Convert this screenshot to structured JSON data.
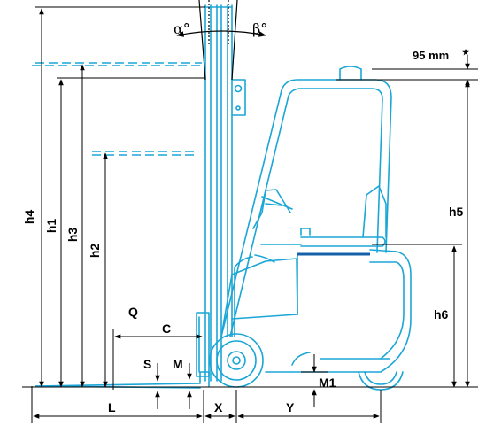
{
  "labels": {
    "h4": "h4",
    "h1": "h1",
    "h3": "h3",
    "h2": "h2",
    "h5": "h5",
    "h6": "h6",
    "alpha": "α°",
    "beta": "β°",
    "overhead": "95 mm",
    "star": "★",
    "Q": "Q",
    "C": "C",
    "S": "S",
    "M": "M",
    "M1": "M1",
    "L": "L",
    "X": "X",
    "Y": "Y"
  },
  "colors": {
    "truck": "#1aa6d6",
    "dimension": "#000000",
    "seat": "#1560a8"
  }
}
